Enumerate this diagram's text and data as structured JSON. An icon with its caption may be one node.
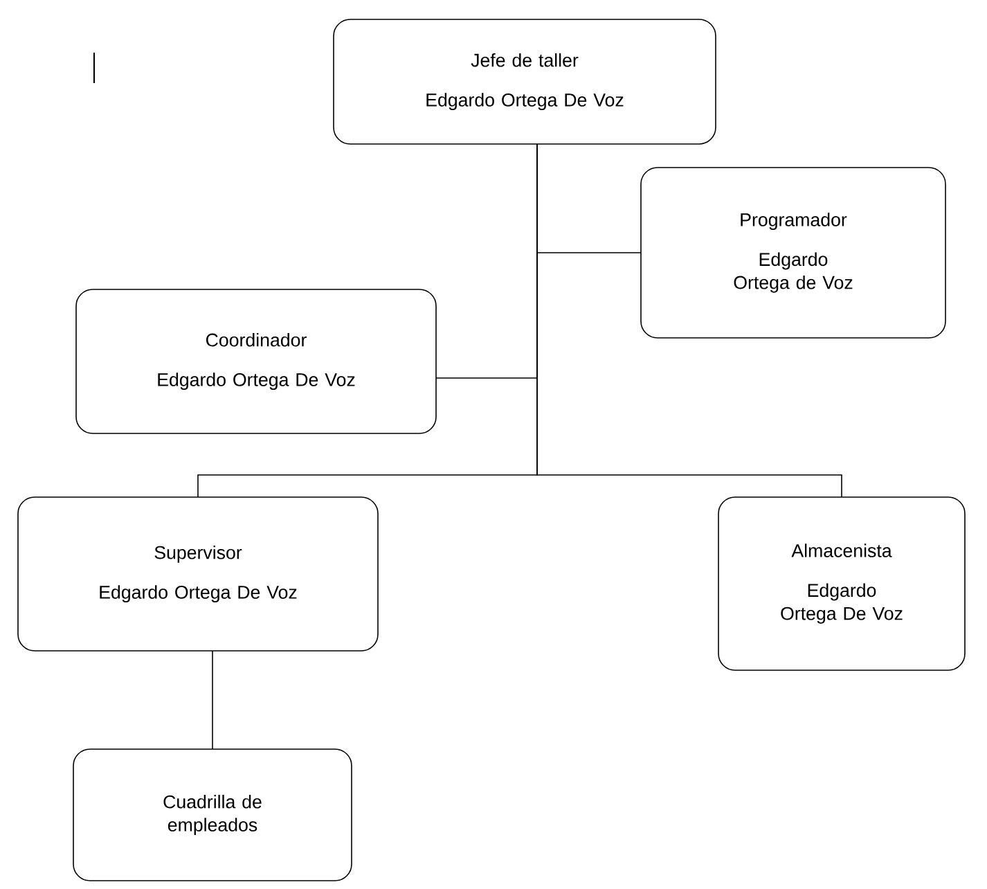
{
  "diagram": {
    "nodes": [
      {
        "text": [
          "Jefe de taller",
          "Edgardo Ortega De Voz"
        ]
      },
      {
        "text": [
          "Programador",
          "Edgardo Ortega de Voz"
        ]
      },
      {
        "text": [
          "Coordinador",
          "Edgardo Ortega De Voz"
        ]
      },
      {
        "text": [
          "Supervisor",
          "Edgardo Ortega De Voz"
        ]
      },
      {
        "text": [
          "Almacenista",
          "Edgardo Ortega De Voz"
        ]
      },
      {
        "text": [
          "Cuadrilla de empleados"
        ]
      }
    ],
    "edges": [
      {
        "from": 0,
        "to": 1,
        "arrow": "none"
      },
      {
        "from": 0,
        "to": 2,
        "arrow": "none"
      },
      {
        "from": 0,
        "to": 3,
        "arrow": "none"
      },
      {
        "from": 0,
        "to": 4,
        "arrow": "none"
      },
      {
        "from": 3,
        "to": 5,
        "arrow": "none"
      }
    ]
  }
}
